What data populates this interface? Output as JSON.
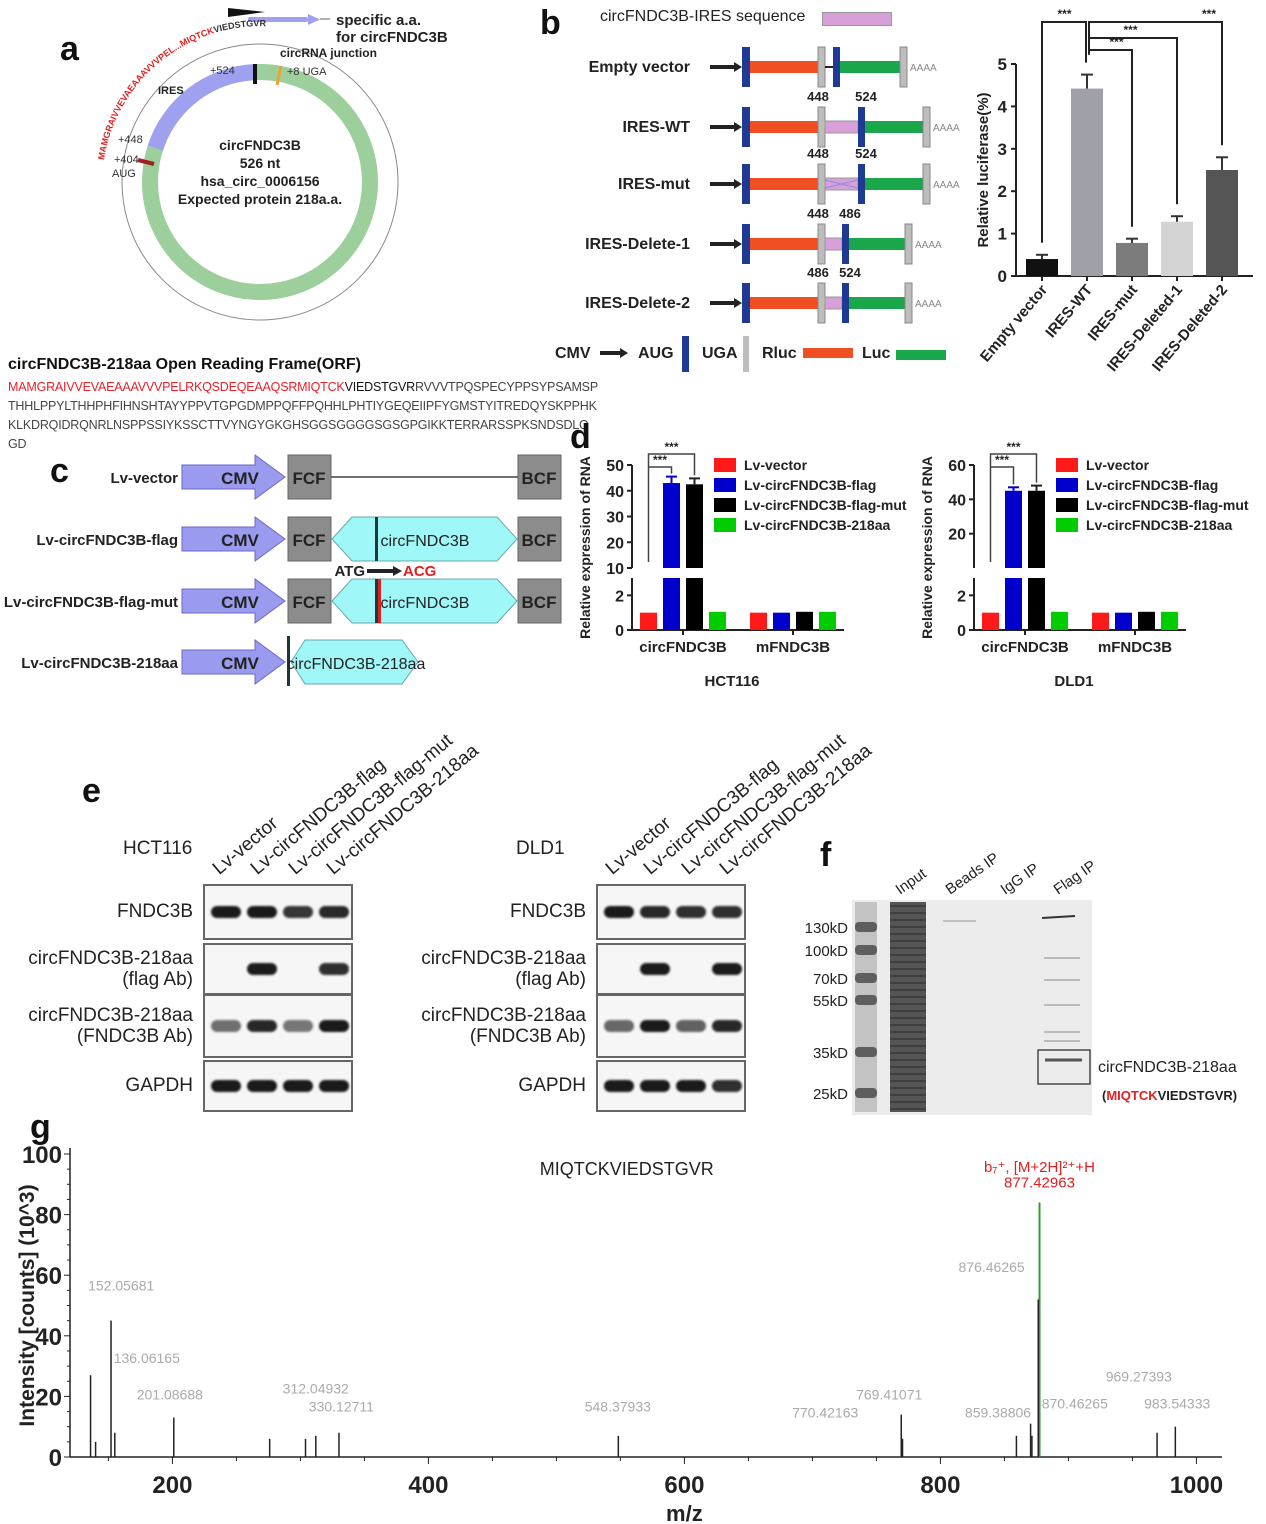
{
  "panels": {
    "a": "a",
    "b": "b",
    "c": "c",
    "d": "d",
    "e": "e",
    "f": "f",
    "g": "g"
  },
  "panel_a": {
    "arrow_label_line1": "specific a.a.",
    "arrow_label_line2": "for circFNDC3B",
    "outer_seq_red": "MAMGRAIVVEVAEAAAVVVPEL...MIQTCK",
    "outer_seq_black": "VIEDSTGVR",
    "junction_label": "circRNA junction",
    "pos_524": "+524",
    "pos_uga": "+8 UGA",
    "ires_label": "IRES",
    "pos_448": "+448",
    "pos_404": "+404",
    "aug_label": "AUG",
    "center_line1": "circFNDC3B",
    "center_line2": "526 nt",
    "center_line3": "hsa_circ_0006156",
    "center_line4": "Expected protein 218a.a.",
    "colors": {
      "ring": "#9ccf9c",
      "ires": "#a0a0f0",
      "aug": "#a01e1e",
      "uga": "#f0a030",
      "junction": "#111111",
      "seq_red": "#e02020"
    }
  },
  "orf": {
    "title": "circFNDC3B-218aa Open Reading Frame(ORF)",
    "seq_red": "MAMGRAIVVEVAEAAAVVVPELRKQSDEQEAAQSRMIQTCK",
    "seq_black": "VIEDSTGVR",
    "seq_rest": "RVVVTPQSPECYPPSYPSAMSPTHHLPPYLTHHPHFIHNSHTAYYPPVTGPGDMPPQFFPQHHLPHTIYGEQEIIPFYGMSTYITREDQYSKPPHKKLKDRQIDRQNRLNSPPSSIYKSSCTTVYNGYGKGHSGGSGGGGSGSGPGIKKTERRARSSPKSNDSDLQGD"
  },
  "panel_b": {
    "ires_legend": "circFNDC3B-IRES sequence",
    "constructs": [
      {
        "label": "Empty vector",
        "pos_left": "",
        "pos_right": ""
      },
      {
        "label": "IRES-WT",
        "pos_left": "448",
        "pos_right": "524"
      },
      {
        "label": "IRES-mut",
        "pos_left": "448",
        "pos_right": "524"
      },
      {
        "label": "IRES-Delete-1",
        "pos_left": "448",
        "pos_right": "486"
      },
      {
        "label": "IRES-Delete-2",
        "pos_left": "486",
        "pos_right": "524"
      }
    ],
    "polyA": "AAAA",
    "legend": {
      "cmv": "CMV",
      "aug": "AUG",
      "uga": "UGA",
      "rluc": "Rluc",
      "luc": "Luc"
    },
    "colors": {
      "aug": "#1f3a93",
      "uga": "#bdbdbd",
      "rluc": "#f04e23",
      "luc": "#1aa64a",
      "ires": "#d8a0d8"
    }
  },
  "panel_c": {
    "constructs": [
      {
        "label": "Lv-vector",
        "insert": ""
      },
      {
        "label": "Lv-circFNDC3B-flag",
        "insert": "circFNDC3B"
      },
      {
        "label": "Lv-circFNDC3B-flag-mut",
        "insert": "circFNDC3B"
      },
      {
        "label": "Lv-circFNDC3B-218aa",
        "insert": "circFNDC3B-218aa"
      }
    ],
    "cmv": "CMV",
    "fcf": "FCF",
    "bcf": "BCF",
    "mutation_from": "ATG",
    "mutation_to": "ACG"
  },
  "chart_data": [
    {
      "id": "luciferase",
      "type": "bar",
      "title": "",
      "xlabel": "",
      "ylabel": "Relative luciferase(%)",
      "ylim": [
        0,
        5
      ],
      "yticks": [
        0,
        1,
        2,
        3,
        4,
        5
      ],
      "categories": [
        "Empty vector",
        "IRES-WT",
        "IRES-mut",
        "IRES-Deleted-1",
        "IRES-Deleted-2"
      ],
      "values": [
        0.4,
        4.42,
        0.78,
        1.28,
        2.5
      ],
      "errors": [
        0.1,
        0.33,
        0.1,
        0.13,
        0.3
      ],
      "colors": [
        "#111111",
        "#a0a0a8",
        "#7c7c7c",
        "#d4d4d4",
        "#555555"
      ],
      "significance": [
        {
          "from": "Empty vector",
          "to": "IRES-WT",
          "label": "***"
        },
        {
          "from": "IRES-WT",
          "to": "IRES-mut",
          "label": "***"
        },
        {
          "from": "IRES-WT",
          "to": "IRES-Deleted-1",
          "label": "***"
        },
        {
          "from": "IRES-WT",
          "to": "IRES-Deleted-2",
          "label": "***"
        }
      ]
    },
    {
      "id": "hct116_rna",
      "type": "bar",
      "title": "HCT116",
      "ylabel": "Relative expression of RNA",
      "axis_break": true,
      "ylim_lower": [
        0,
        3
      ],
      "ylim_upper": [
        10,
        50
      ],
      "yticks_lower": [
        0,
        2
      ],
      "yticks_upper": [
        10,
        20,
        30,
        40,
        50
      ],
      "categories": [
        "circFNDC3B",
        "mFNDC3B"
      ],
      "legend_position": "top-right",
      "series": [
        {
          "name": "Lv-vector",
          "color": "#ff1a1a",
          "values": [
            1.0,
            1.0
          ],
          "errors": [
            0,
            0
          ]
        },
        {
          "name": "Lv-circFNDC3B-flag",
          "color": "#0000cc",
          "values": [
            43.0,
            1.0
          ],
          "errors": [
            2.5,
            0
          ]
        },
        {
          "name": "Lv-circFNDC3B-flag-mut",
          "color": "#000000",
          "values": [
            42.5,
            1.05
          ],
          "errors": [
            2.3,
            0
          ]
        },
        {
          "name": "Lv-circFNDC3B-218aa",
          "color": "#00cc00",
          "values": [
            1.05,
            1.05
          ],
          "errors": [
            0,
            0
          ]
        }
      ],
      "significance": [
        {
          "from": "Lv-vector",
          "to": "Lv-circFNDC3B-flag",
          "label": "***"
        },
        {
          "from": "Lv-vector",
          "to": "Lv-circFNDC3B-flag-mut",
          "label": "***"
        }
      ]
    },
    {
      "id": "dld1_rna",
      "type": "bar",
      "title": "DLD1",
      "ylabel": "Relative expression of RNA",
      "axis_break": true,
      "ylim_lower": [
        0,
        3
      ],
      "ylim_upper": [
        0,
        60
      ],
      "yticks_lower": [
        0,
        2
      ],
      "yticks_upper": [
        20,
        40,
        60
      ],
      "categories": [
        "circFNDC3B",
        "mFNDC3B"
      ],
      "legend_position": "top-right",
      "series": [
        {
          "name": "Lv-vector",
          "color": "#ff1a1a",
          "values": [
            1.0,
            1.0
          ],
          "errors": [
            0,
            0
          ]
        },
        {
          "name": "Lv-circFNDC3B-flag",
          "color": "#0000cc",
          "values": [
            45.0,
            1.0
          ],
          "errors": [
            2.0,
            0
          ]
        },
        {
          "name": "Lv-circFNDC3B-flag-mut",
          "color": "#000000",
          "values": [
            45.0,
            1.05
          ],
          "errors": [
            3.0,
            0
          ]
        },
        {
          "name": "Lv-circFNDC3B-218aa",
          "color": "#00cc00",
          "values": [
            1.05,
            1.05
          ],
          "errors": [
            0,
            0
          ]
        }
      ],
      "significance": [
        {
          "from": "Lv-vector",
          "to": "Lv-circFNDC3B-flag",
          "label": "***"
        },
        {
          "from": "Lv-vector",
          "to": "Lv-circFNDC3B-flag-mut",
          "label": "***"
        }
      ]
    },
    {
      "id": "ms_spectrum",
      "type": "bar",
      "title": "MIQTCKVIEDSTGVR",
      "xlabel": "m/z",
      "ylabel": "Intensity [counts] (10^3)",
      "xlim": [
        120,
        1020
      ],
      "ylim": [
        0,
        100
      ],
      "xticks": [
        200,
        400,
        600,
        800,
        1000
      ],
      "yticks": [
        0,
        20,
        40,
        60,
        80,
        100
      ],
      "peaks": [
        {
          "mz": 136.06,
          "intensity": 27,
          "label": "136.06165"
        },
        {
          "mz": 140,
          "intensity": 5,
          "label": ""
        },
        {
          "mz": 152.06,
          "intensity": 45,
          "label": "152.05681"
        },
        {
          "mz": 155,
          "intensity": 8,
          "label": ""
        },
        {
          "mz": 201.09,
          "intensity": 13,
          "label": "201.08688"
        },
        {
          "mz": 276,
          "intensity": 6,
          "label": ""
        },
        {
          "mz": 304,
          "intensity": 6,
          "label": ""
        },
        {
          "mz": 312.05,
          "intensity": 7,
          "label": "312.04932"
        },
        {
          "mz": 330.13,
          "intensity": 8,
          "label": "330.12711"
        },
        {
          "mz": 548.38,
          "intensity": 7,
          "label": "548.37933"
        },
        {
          "mz": 769.41,
          "intensity": 14,
          "label": "769.41071"
        },
        {
          "mz": 770.42,
          "intensity": 6,
          "label": "770.42163"
        },
        {
          "mz": 859.39,
          "intensity": 7,
          "label": "859.38806"
        },
        {
          "mz": 870.46,
          "intensity": 11,
          "label": "870.46265"
        },
        {
          "mz": 871.5,
          "intensity": 7,
          "label": ""
        },
        {
          "mz": 876.46,
          "intensity": 52,
          "label": "876.46265"
        },
        {
          "mz": 877.43,
          "intensity": 84,
          "label": "877.42963",
          "highlight": true
        },
        {
          "mz": 969.27,
          "intensity": 8,
          "label": "969.27393"
        },
        {
          "mz": 983.54,
          "intensity": 10,
          "label": "983.54333"
        }
      ],
      "annotation": {
        "text": "b₇⁺, [M+2H]²⁺+H",
        "value": "877.42963",
        "color": "#e02020"
      },
      "highlight_color": "#2ca02c"
    }
  ],
  "panel_e": {
    "lanes": [
      "Lv-vector",
      "Lv-circFNDC3B-flag",
      "Lv-circFNDC3B-flag-mut",
      "Lv-circFNDC3B-218aa"
    ],
    "blots": [
      {
        "cell": "HCT116",
        "rows": [
          {
            "label": "FNDC3B",
            "sub": "",
            "bands": [
              1,
              1,
              0.8,
              0.9
            ]
          },
          {
            "label": "circFNDC3B-218aa",
            "sub": "(flag Ab)",
            "bands": [
              0,
              1,
              0,
              0.85
            ]
          },
          {
            "label": "circFNDC3B-218aa",
            "sub": "(FNDC3B Ab)",
            "bands": [
              0.4,
              0.9,
              0.35,
              1
            ]
          },
          {
            "label": "GAPDH",
            "sub": "",
            "bands": [
              1,
              1,
              1,
              1
            ]
          }
        ]
      },
      {
        "cell": "DLD1",
        "rows": [
          {
            "label": "FNDC3B",
            "sub": "",
            "bands": [
              1,
              0.9,
              0.85,
              0.85
            ]
          },
          {
            "label": "circFNDC3B-218aa",
            "sub": "(flag Ab)",
            "bands": [
              0,
              1,
              0,
              1
            ]
          },
          {
            "label": "circFNDC3B-218aa",
            "sub": "(FNDC3B Ab)",
            "bands": [
              0.45,
              1,
              0.5,
              0.9
            ]
          },
          {
            "label": "GAPDH",
            "sub": "",
            "bands": [
              1,
              1,
              1,
              0.85
            ]
          }
        ]
      }
    ]
  },
  "panel_f": {
    "lanes": [
      "Input",
      "Beads IP",
      "IgG IP",
      "Flag IP"
    ],
    "markers": [
      "130kD",
      "100kD",
      "70kD",
      "55kD",
      "35kD",
      "25kD"
    ],
    "boxed_label": "circFNDC3B-218aa",
    "peptide_red": "MIQTCK",
    "peptide_black": "VIEDSTGVR"
  }
}
